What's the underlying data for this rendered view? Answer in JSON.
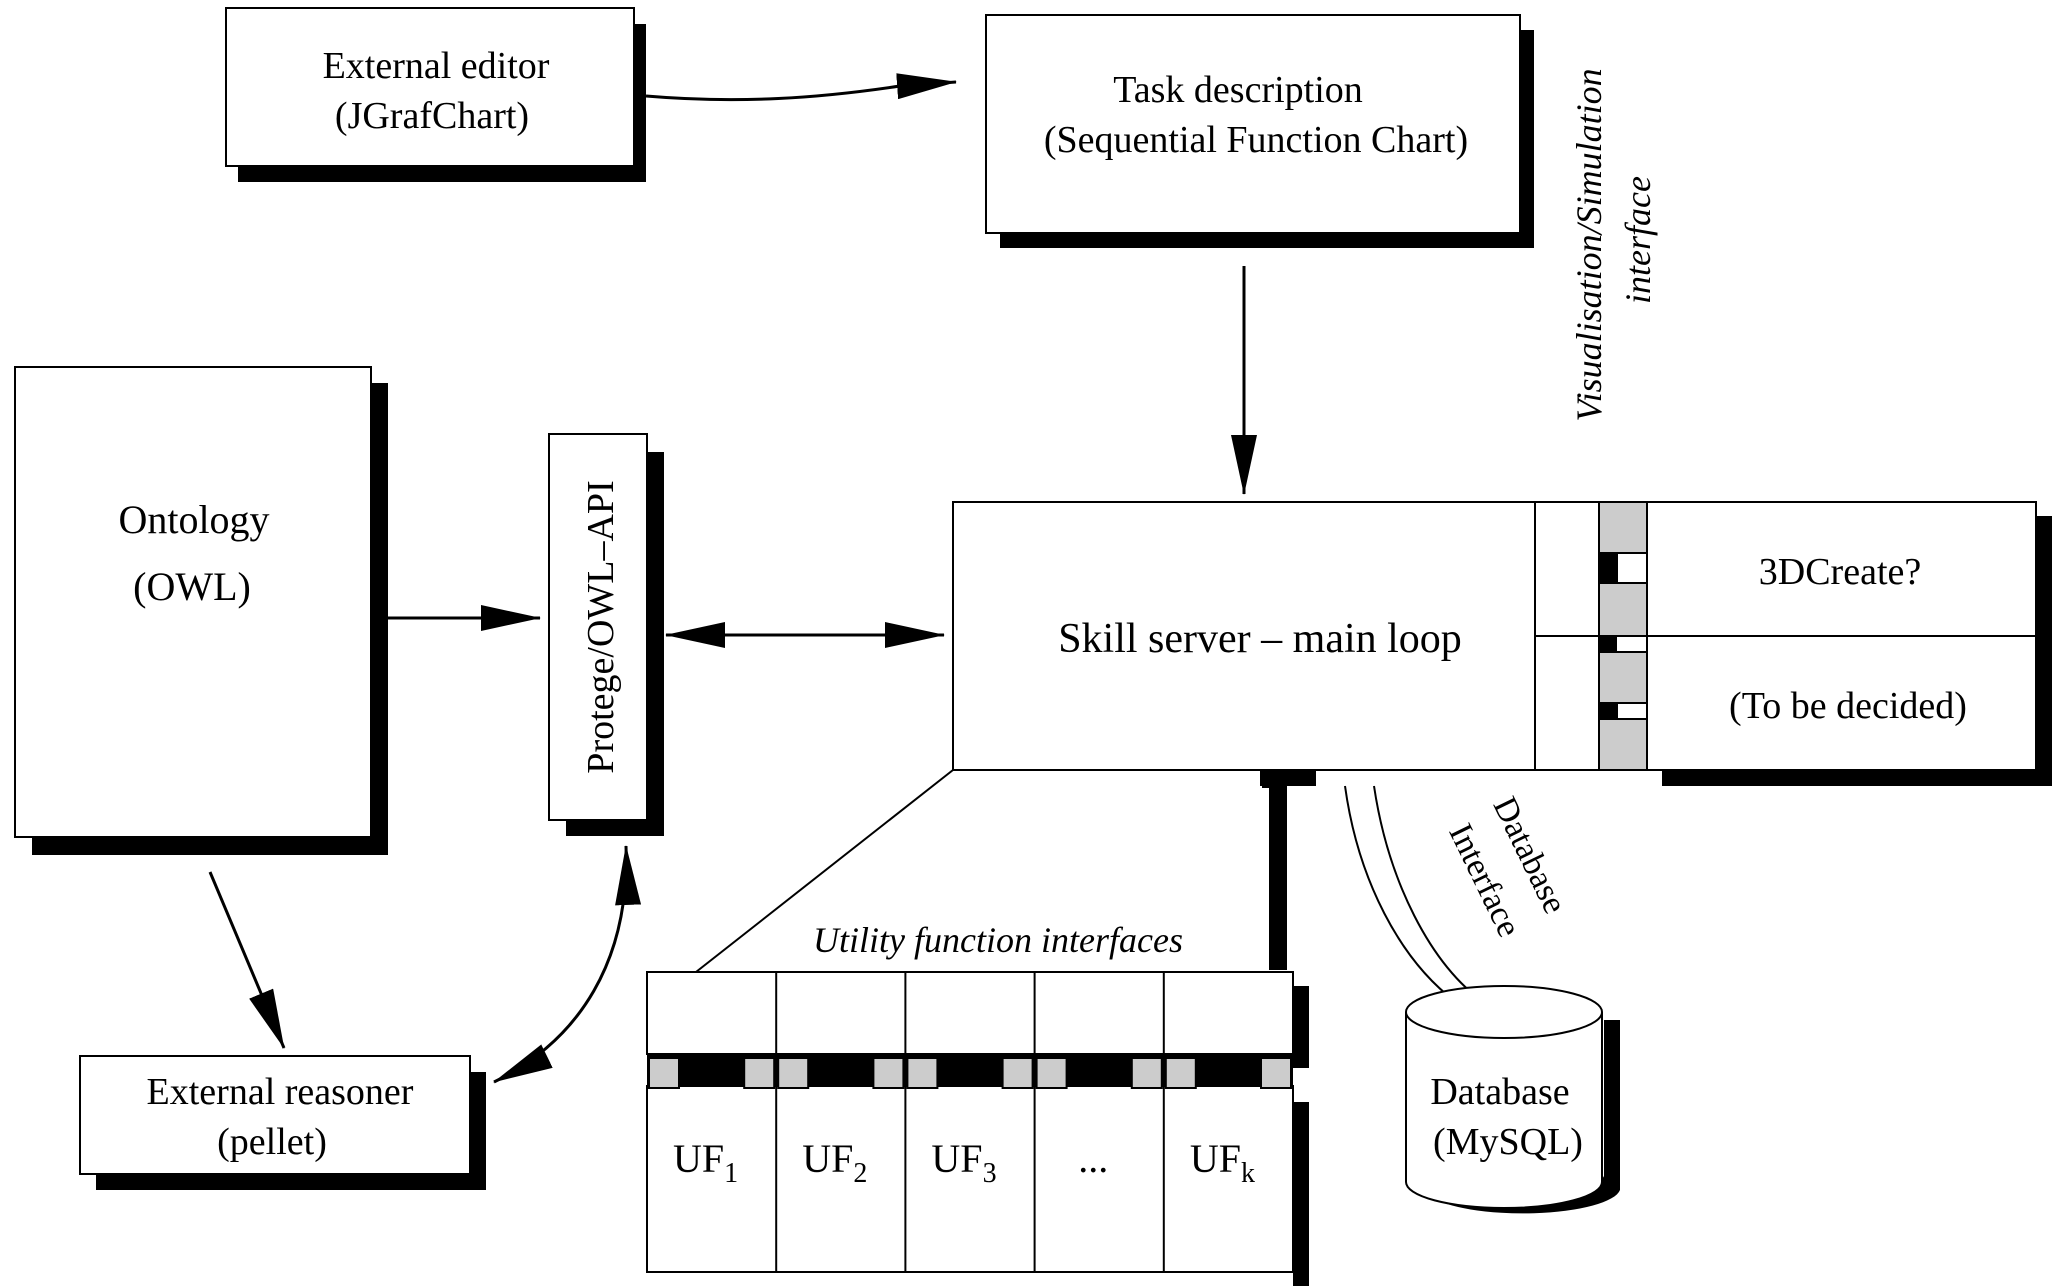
{
  "nodes": {
    "external_editor": {
      "line1": "External editor",
      "line2": "(JGrafChart)"
    },
    "task_description": {
      "line1": "Task description",
      "line2": "(Sequential Function Chart)"
    },
    "ontology": {
      "line1": "Ontology",
      "line2": "(OWL)"
    },
    "protege_api": {
      "label": "Protege/OWL–API"
    },
    "skill_server": {
      "label": "Skill server – main loop"
    },
    "create3d": {
      "label": "3DCreate?"
    },
    "to_be_decided": {
      "label": "(To be decided)"
    },
    "external_reasoner": {
      "line1": "External reasoner",
      "line2": "(pellet)"
    },
    "database": {
      "line1": "Database",
      "line2": "(MySQL)"
    }
  },
  "labels": {
    "vis_sim_line1": "Visualisation/Simulation",
    "vis_sim_line2": "interface",
    "db_interface_line1": "Database",
    "db_interface_line2": "Interface",
    "utility_interfaces": "Utility function interfaces"
  },
  "utility_functions": [
    {
      "base": "UF",
      "sub": "1"
    },
    {
      "base": "UF",
      "sub": "2"
    },
    {
      "base": "UF",
      "sub": "3"
    },
    {
      "base": "...",
      "sub": ""
    },
    {
      "base": "UF",
      "sub": "k"
    }
  ]
}
